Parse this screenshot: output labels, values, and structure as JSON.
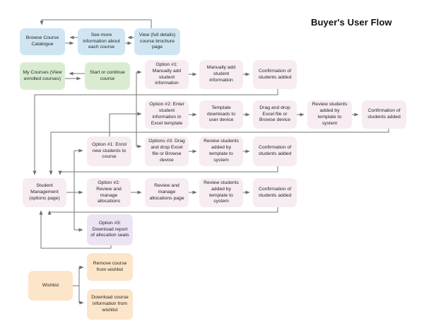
{
  "title": "Buyer's User Flow",
  "palette": {
    "browse_flow_blue": "#cfe5f2",
    "course_flow_green": "#d9ecd2",
    "student_flow_pink": "#f6ecf2",
    "report_option_lavender": "#ece4f3",
    "wishlist_flow_peach": "#fce5c9",
    "connector_gray": "#757575"
  },
  "nodes": {
    "browse": "Browse Course Catalogue",
    "see_more": "See more information about each course",
    "view_brochure": "View (full details) course brochure page",
    "my_courses": "My Courses (View enrolled courses)",
    "start_course": "Start or continue course",
    "opt1_manual": "Option #1: Manually add student information",
    "manual_add": "Manually add student information",
    "confirm1": "Confirmation of students added",
    "opt2_excel": "Option #2: Enter student information in Excel template",
    "template_download": "Template downloads to user device",
    "drag_drop": "Drag and drop Excel file or Browse device",
    "review1": "Review students added by template to system",
    "confirm2": "Confirmation of students added",
    "opt1_enrol": "Option #1: Enrol new students to course",
    "opt3_dragdrop": "Options #3: Drag and drop Excel file or Browse device",
    "review2": "Review students added by template to system",
    "confirm3": "Confirmation of students added",
    "student_mgmt": "Student Management (options page)",
    "opt2_review": "Option #2: Review and manage allocations",
    "review_page": "Review and manage allocations page",
    "review3": "Review students added by template to system",
    "confirm4": "Confirmation of students added",
    "opt3_report": "Option #3: Download report of allocation seats",
    "wishlist": "Wishlist",
    "wish_remove": "Remove course from wishlist",
    "wish_download": "Download course information from wishlist"
  }
}
